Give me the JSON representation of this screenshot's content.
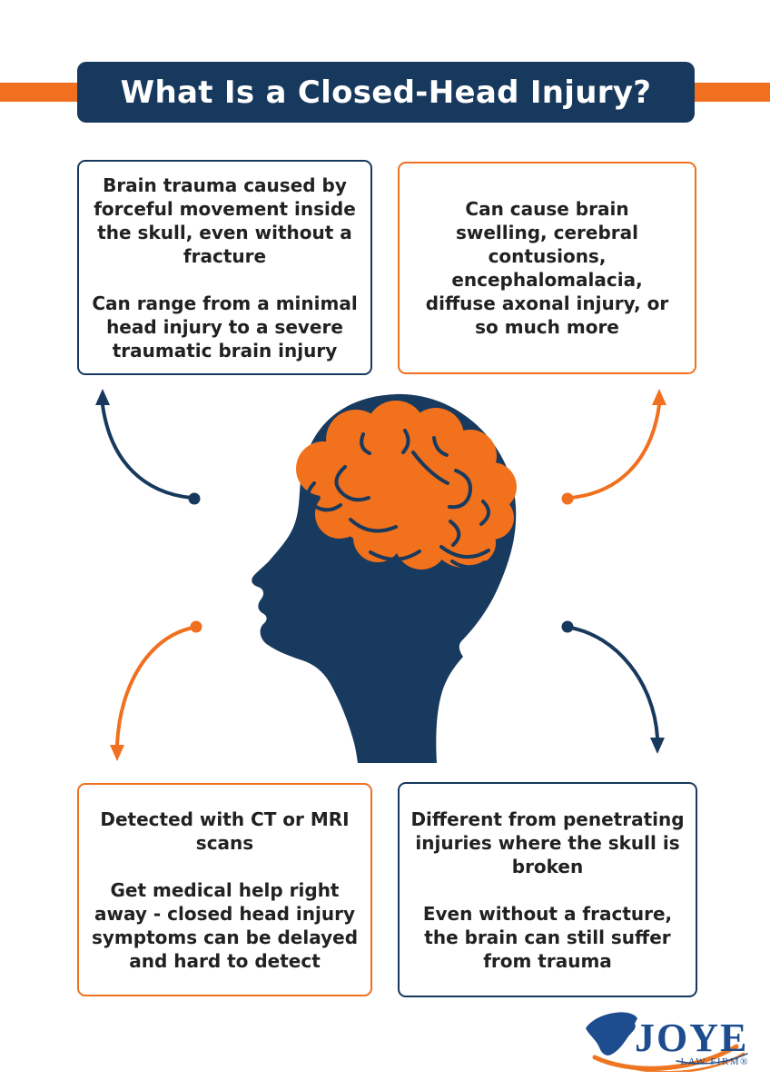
{
  "header": {
    "title": "What Is a Closed-Head Injury?"
  },
  "boxes": [
    {
      "id": "top-left",
      "border": "navy",
      "paragraphs": [
        "Brain trauma caused by\nforceful movement inside\nthe skull, even without a\nfracture",
        "Can range from a minimal\nhead injury to a severe\ntraumatic brain injury"
      ]
    },
    {
      "id": "top-right",
      "border": "orange",
      "paragraphs": [
        "Can cause brain\nswelling, cerebral\ncontusions,\nencephalomalacia,\ndiffuse axonal injury, or\nso much more"
      ]
    },
    {
      "id": "bottom-left",
      "border": "orange",
      "paragraphs": [
        "Detected with CT or MRI\nscans",
        "Get medical help right\naway - closed head injury\nsymptoms can be delayed\nand hard to detect"
      ]
    },
    {
      "id": "bottom-right",
      "border": "navy",
      "paragraphs": [
        "Different from penetrating\ninjuries where the skull is\nbroken",
        "Even without a fracture,\nthe brain can still suffer\nfrom trauma"
      ]
    }
  ],
  "illustration": {
    "name": "head-profile-with-brain",
    "head_color": "#183a5e",
    "brain_color": "#f2711c"
  },
  "arrows": [
    {
      "name": "curved-arrow-top-left",
      "color": "#17395d",
      "points_to": "top-left-box"
    },
    {
      "name": "curved-arrow-top-right",
      "color": "#f0701f",
      "points_to": "top-right-box"
    },
    {
      "name": "curved-arrow-bottom-left",
      "color": "#f0701f",
      "points_to": "bottom-left-box"
    },
    {
      "name": "curved-arrow-bottom-right",
      "color": "#17395d",
      "points_to": "bottom-right-box"
    }
  ],
  "logo": {
    "wordmark": "JOYE",
    "tagline": "LAW FIRM®",
    "state_icon": "south-carolina-icon",
    "blue": "#1d4d8f",
    "orange": "#ee7623"
  },
  "colors": {
    "navy": "#17395d",
    "orange": "#f0701f",
    "text": "#212123",
    "background": "#ffffff"
  }
}
